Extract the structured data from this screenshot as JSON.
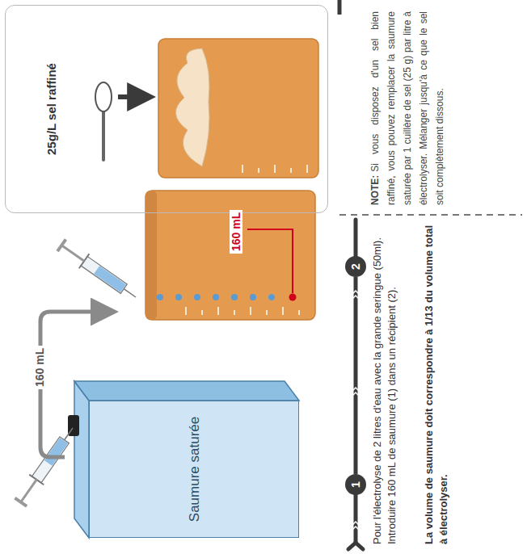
{
  "diagram": {
    "nodes": [
      {
        "text": [
          "Saumure saturée"
        ]
      },
      {
        "text": [
          "1"
        ]
      },
      {
        "text": [
          "2"
        ]
      },
      {
        "text": [
          "25g/L sel raffiné"
        ]
      }
    ],
    "edges": [
      {
        "from": 1,
        "to": 2,
        "arrow": "none"
      }
    ],
    "labels": [
      "160 mL",
      "160 mL",
      "Pour l'électrolyse de 2 litres d'eau avec la grande seringue (50ml). Introduire 160 mL de saumure (1) dans un récipient (2).",
      "La volume de saumure doit correspondre à 1/13 du volume total à électrolyser.",
      "NOTE:",
      "Si vous disposez d'un sel bien raffiné, vous pouvez remplacer la saumure saturée par 1 cuillère de sel (25 g) par litre à électrolyser. Mélanger jusqu'à ce que le sel soit complètement dissous."
    ]
  }
}
